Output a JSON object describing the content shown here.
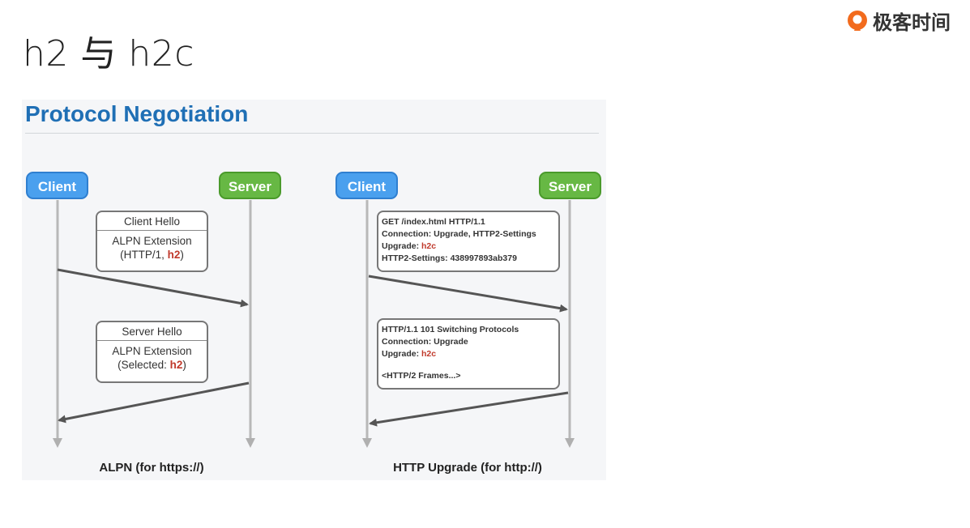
{
  "slide": {
    "title": "h2 与 h2c"
  },
  "brand": {
    "name": "极客时间"
  },
  "figure": {
    "title": "Protocol Negotiation",
    "left": {
      "client": "Client",
      "server": "Server",
      "msg1": {
        "head": "Client Hello",
        "line1": "ALPN Extension",
        "pre": "(HTTP/1, ",
        "hl": "h2",
        "post": ")"
      },
      "msg2": {
        "head": "Server Hello",
        "line1": "ALPN Extension",
        "pre": "(Selected: ",
        "hl": "h2",
        "post": ")"
      },
      "caption": "ALPN (for https://)"
    },
    "right": {
      "client": "Client",
      "server": "Server",
      "req": {
        "l1": "GET /index.html HTTP/1.1",
        "l2": "Connection: Upgrade, HTTP2-Settings",
        "l3_label": "Upgrade: ",
        "l3_value": "h2c",
        "l4": "HTTP2-Settings: 438997893ab379"
      },
      "resp": {
        "l1": "HTTP/1.1 101 Switching Protocols",
        "l2": "Connection: Upgrade",
        "l3_label": "Upgrade: ",
        "l3_value": "h2c",
        "l4": "<HTTP/2 Frames...>"
      },
      "caption": "HTTP Upgrade (for http://)"
    }
  },
  "colors": {
    "client": "#4aa0ee",
    "server": "#67b844",
    "highlight": "#c0392b",
    "title_blue": "#1f6fb5"
  }
}
